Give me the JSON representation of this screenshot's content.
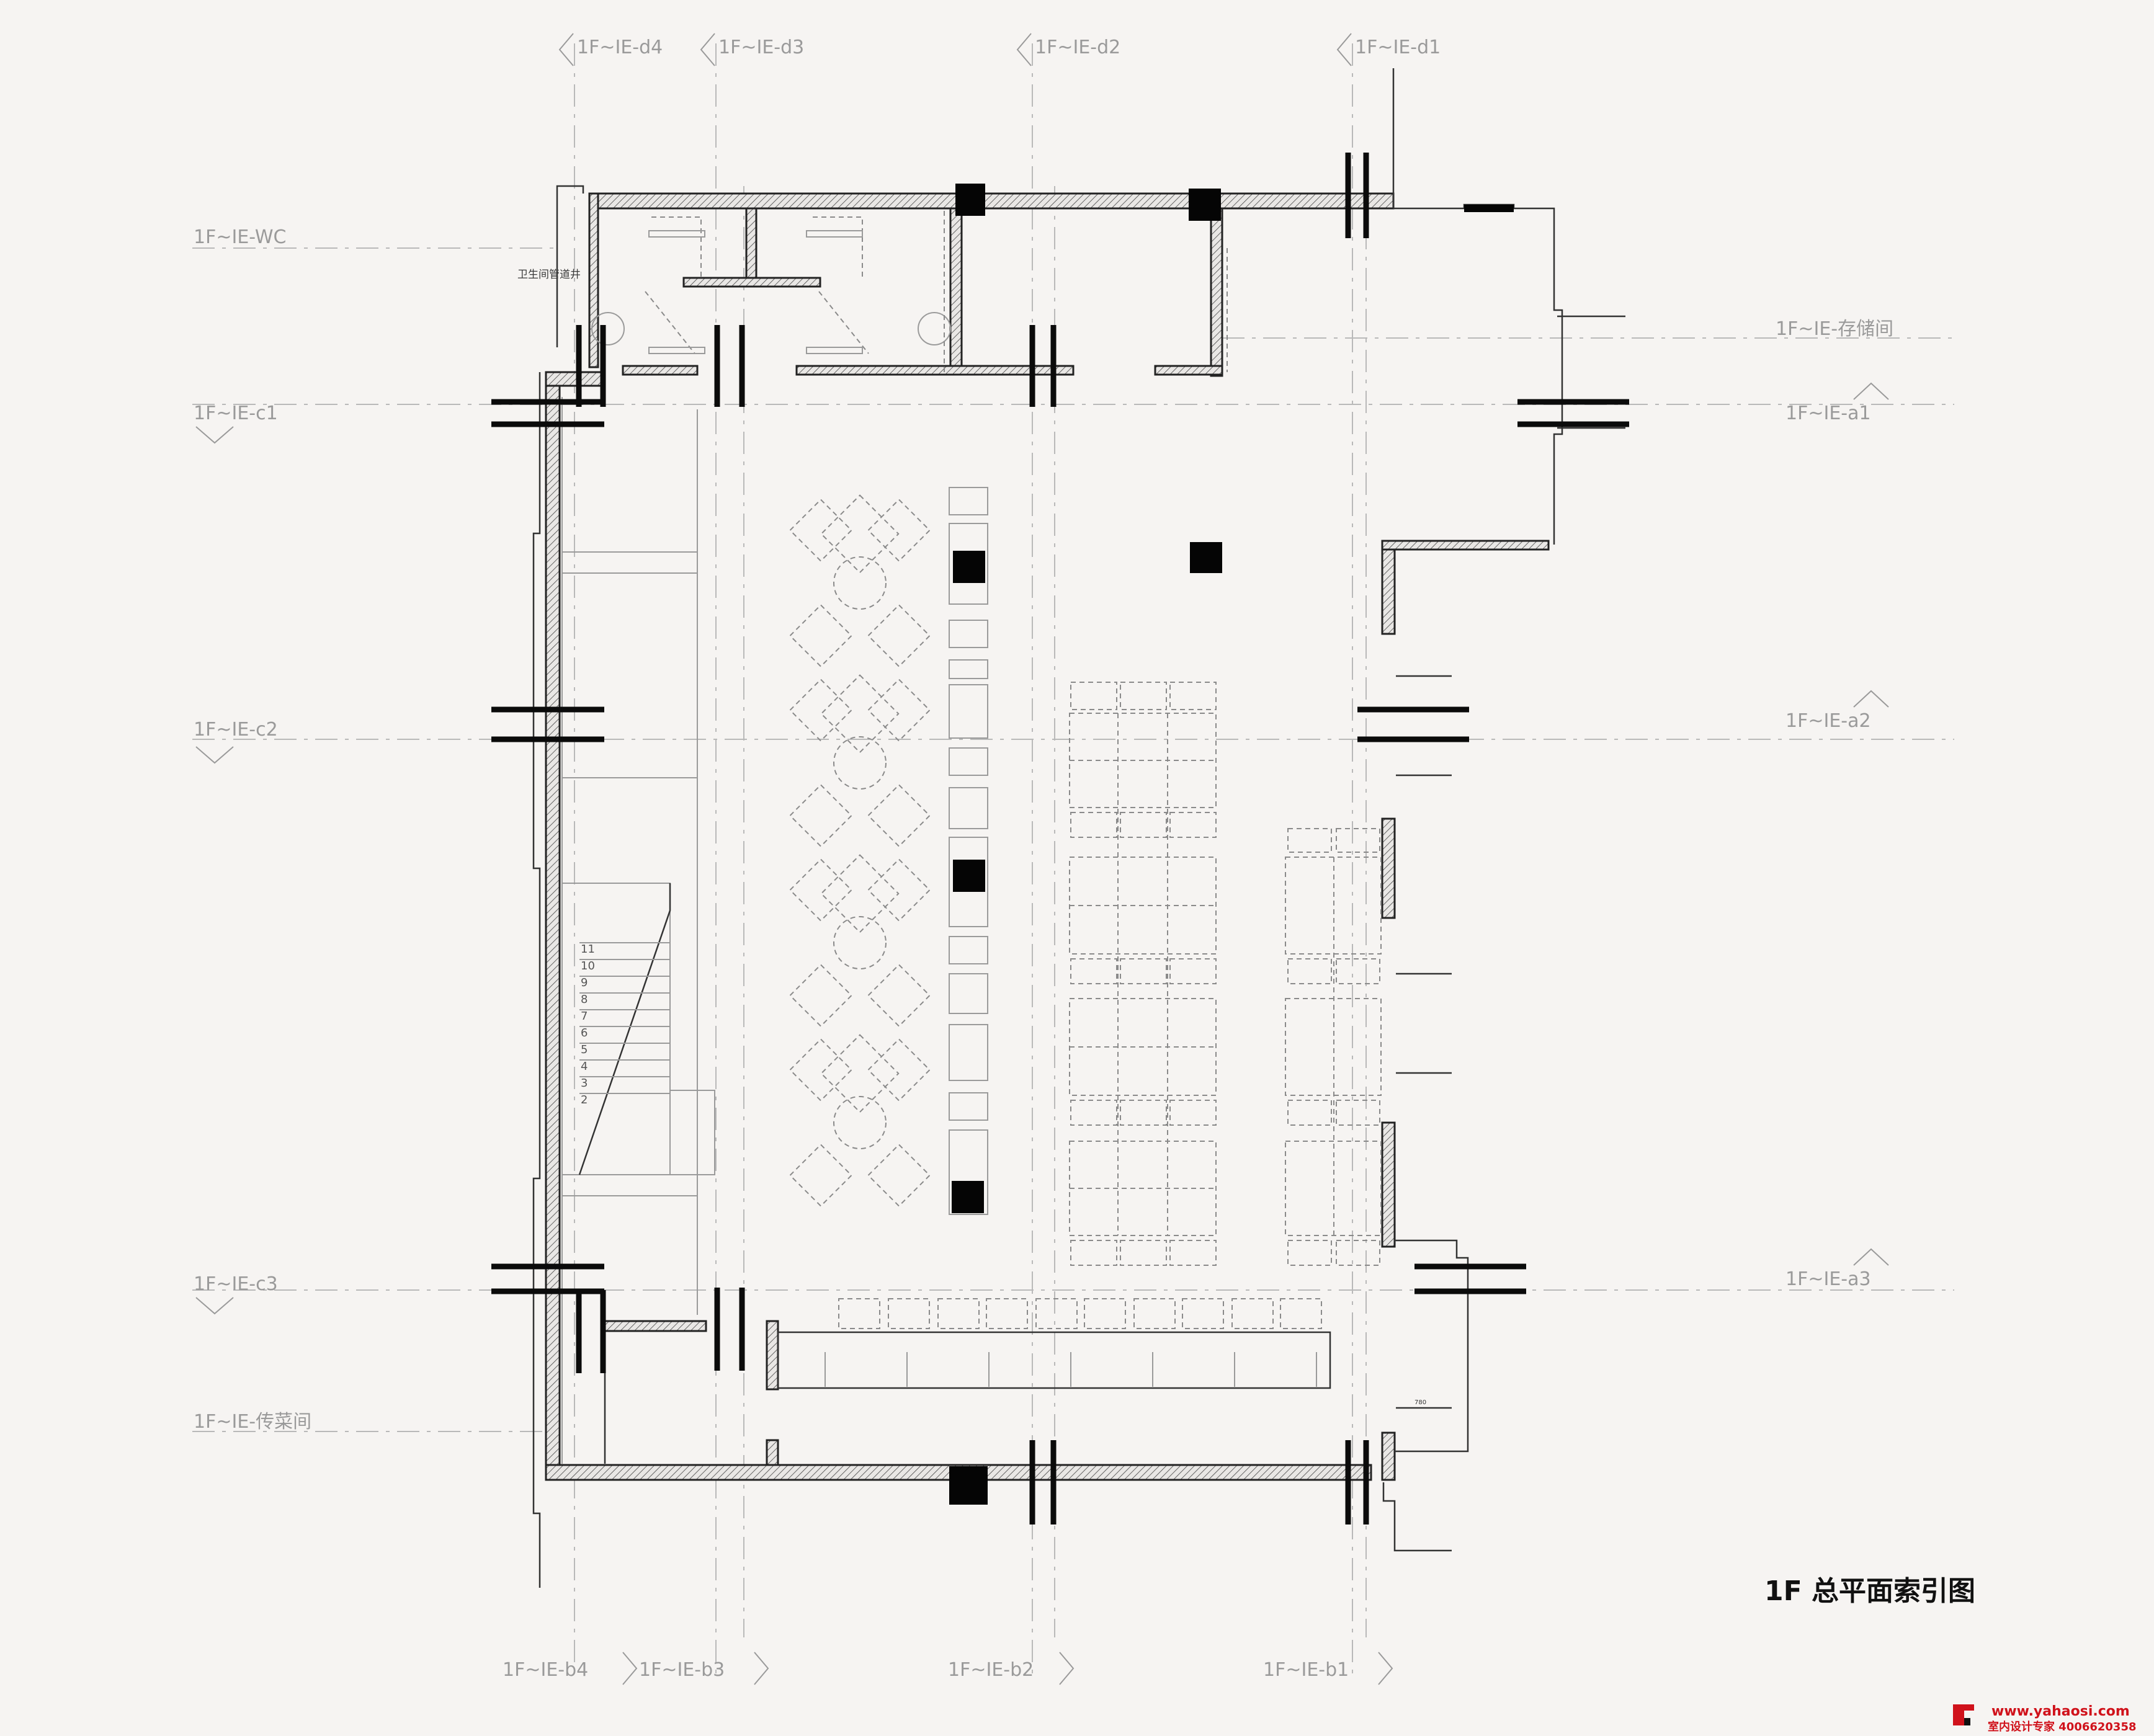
{
  "drawing": {
    "title": "1F 总平面索引图"
  },
  "index_marks": {
    "top": [
      "1F~IE-d4",
      "1F~IE-d3",
      "1F~IE-d2",
      "1F~IE-d1"
    ],
    "bottom": [
      "1F~IE-b4",
      "1F~IE-b3",
      "1F~IE-b2",
      "1F~IE-b1"
    ],
    "left": [
      "1F~IE-WC",
      "1F~IE-c1",
      "1F~IE-c2",
      "1F~IE-c3",
      "1F~IE-传菜间"
    ],
    "right": [
      "1F~IE-存储间",
      "1F~IE-a1",
      "1F~IE-a2",
      "1F~IE-a3"
    ]
  },
  "room_labels": {
    "shaft": "卫生间管道井"
  },
  "stair_steps": [
    "11",
    "10",
    "9",
    "8",
    "7",
    "6",
    "5",
    "4",
    "3",
    "2"
  ],
  "dimension": "780",
  "watermark": {
    "url": "www.yahaosi.com",
    "tagline": "室内设计专家 4006620358"
  },
  "colors": {
    "background": "#f6f4f2",
    "linework": "#222222",
    "axis": "#b9b9b9",
    "watermark": "#d0121b"
  }
}
